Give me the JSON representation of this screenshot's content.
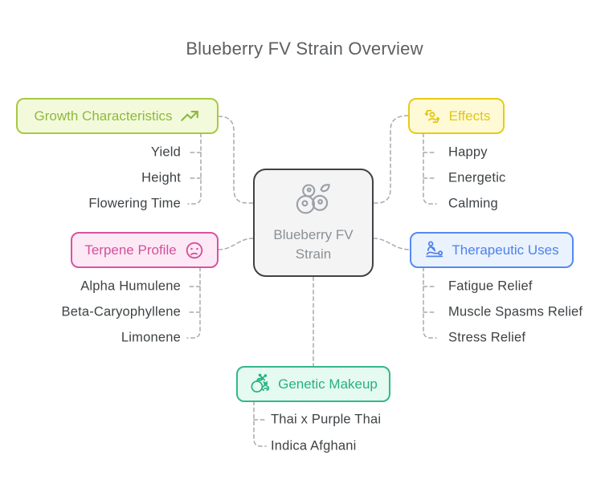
{
  "title": "Blueberry FV Strain Overview",
  "center": {
    "label": "Blueberry FV Strain",
    "icon": "blueberry-icon"
  },
  "branches": [
    {
      "label": "Growth Characteristics",
      "icon": "trending-up-icon",
      "text_color": "#8fb93e",
      "border_color": "#a6c944",
      "background_color": "#f3fadb",
      "leaves": [
        "Yield",
        "Height",
        "Flowering Time"
      ]
    },
    {
      "label": "Effects",
      "icon": "user-sync-icon",
      "text_color": "#e2c51a",
      "border_color": "#e7cb15",
      "background_color": "#fefad6",
      "leaves": [
        "Happy",
        "Energetic",
        "Calming"
      ]
    },
    {
      "label": "Terpene Profile",
      "icon": "confused-face-icon",
      "text_color": "#d4509c",
      "border_color": "#d9539f",
      "background_color": "#fce9f5",
      "leaves": [
        "Alpha Humulene",
        "Beta-Caryophyllene",
        "Limonene"
      ]
    },
    {
      "label": "Therapeutic Uses",
      "icon": "massage-icon",
      "text_color": "#4d82ec",
      "border_color": "#558af0",
      "background_color": "#eaf2fd",
      "leaves": [
        "Fatigue Relief",
        "Muscle Spasms Relief",
        "Stress Relief"
      ]
    },
    {
      "label": "Genetic Makeup",
      "icon": "dna-apple-icon",
      "text_color": "#27b27e",
      "border_color": "#31ba88",
      "background_color": "#e5faf1",
      "leaves": [
        "Thai x Purple Thai",
        "Indica Afghani"
      ]
    }
  ],
  "colors": {
    "connector": "#a8aaac",
    "center_border": "#3f4245",
    "center_background": "#f4f4f5",
    "center_text": "#8b9095",
    "leaf_text": "#3e4245",
    "title_text": "#5c5f62"
  }
}
